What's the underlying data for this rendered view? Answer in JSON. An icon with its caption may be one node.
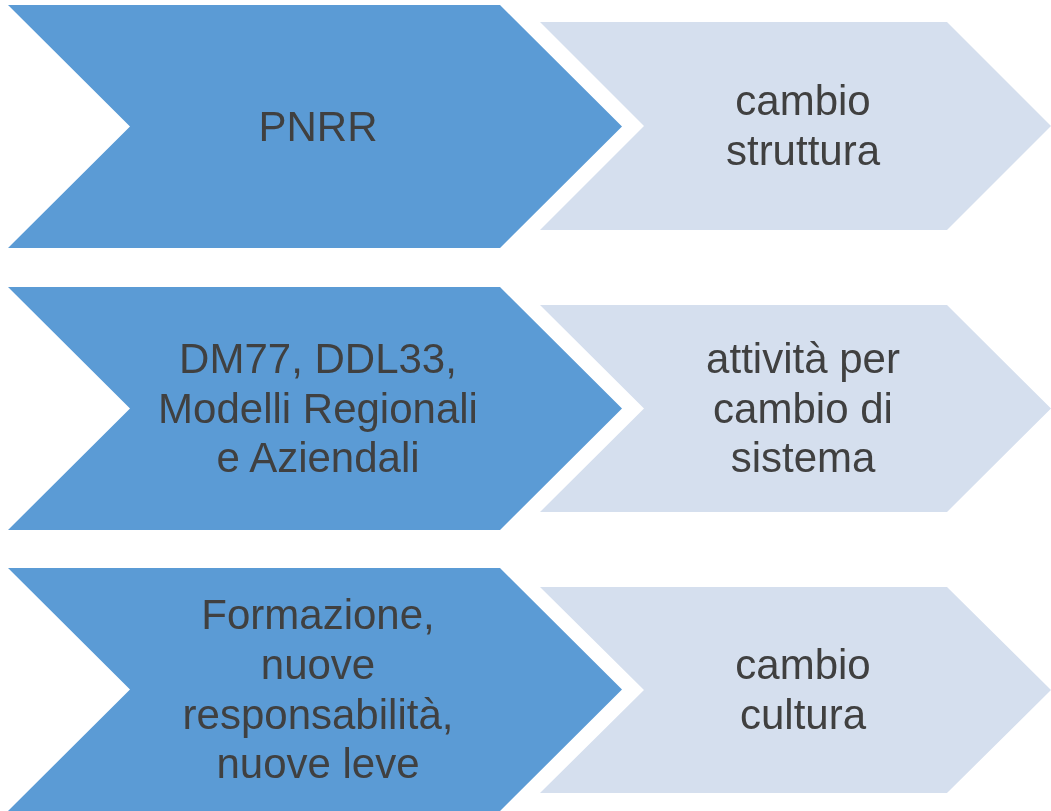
{
  "diagram": {
    "nodes": [
      {
        "text": [
          "PNRR"
        ]
      },
      {
        "text": [
          "cambio struttura"
        ]
      },
      {
        "text": [
          "DM77, DDL33, Modelli Regionali e Aziendali"
        ]
      },
      {
        "text": [
          "attività per cambio di sistema"
        ]
      },
      {
        "text": [
          "Formazione, nuove responsabilità, nuove leve"
        ]
      },
      {
        "text": [
          "cambio cultura"
        ]
      }
    ]
  }
}
